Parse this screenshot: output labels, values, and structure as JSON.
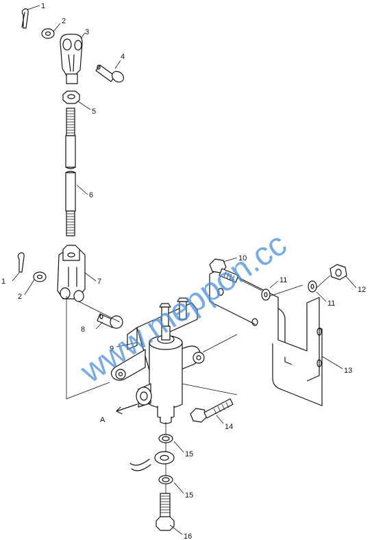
{
  "labels": {
    "l1a": "1",
    "l2a": "2",
    "l3": "3",
    "l4": "4",
    "l5": "5",
    "l6": "6",
    "l1b": "1",
    "l2b": "2",
    "l7": "7",
    "l8": "8",
    "l9": "9",
    "l10": "10",
    "l11a": "11",
    "l11b": "11",
    "l12": "12",
    "l13": "13",
    "l14": "14",
    "l15a": "15",
    "l15b": "15",
    "l16": "16",
    "lA": "A"
  },
  "watermark": "www.meppon.cc"
}
